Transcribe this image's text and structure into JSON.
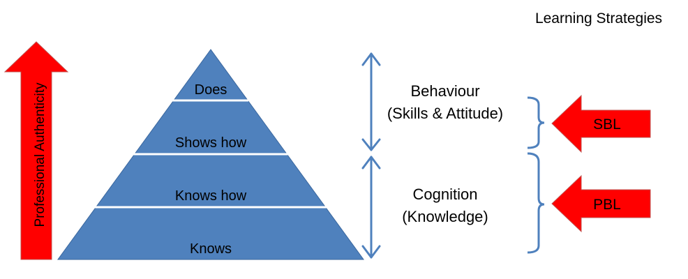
{
  "title": "Learning Strategies",
  "vertical_arrow_label": "Professional Authenticity",
  "pyramid": {
    "tiers": [
      {
        "label": "Does"
      },
      {
        "label": "Shows how"
      },
      {
        "label": "Knows how"
      },
      {
        "label": "Knows"
      }
    ]
  },
  "domains": [
    {
      "line1": "Behaviour",
      "line2": "(Skills & Attitude)"
    },
    {
      "line1": "Cognition",
      "line2": "(Knowledge)"
    }
  ],
  "strategies": [
    {
      "label": "SBL"
    },
    {
      "label": "PBL"
    }
  ],
  "colors": {
    "pyramid_fill": "#4f81bd",
    "pyramid_stroke": "#3a679e",
    "tier_divider": "#ffffff",
    "double_arrow": "#4f81bd",
    "bracket": "#4f81bd",
    "red_arrow": "#ff0000",
    "red_arrow_stroke": "#c0504d"
  },
  "icons": {
    "authenticity_arrow": "up-arrow-icon",
    "domain_arrows": "double-headed-arrow-icon",
    "strategy_arrows": "left-arrow-icon",
    "brackets": "right-curly-brace-icon"
  }
}
